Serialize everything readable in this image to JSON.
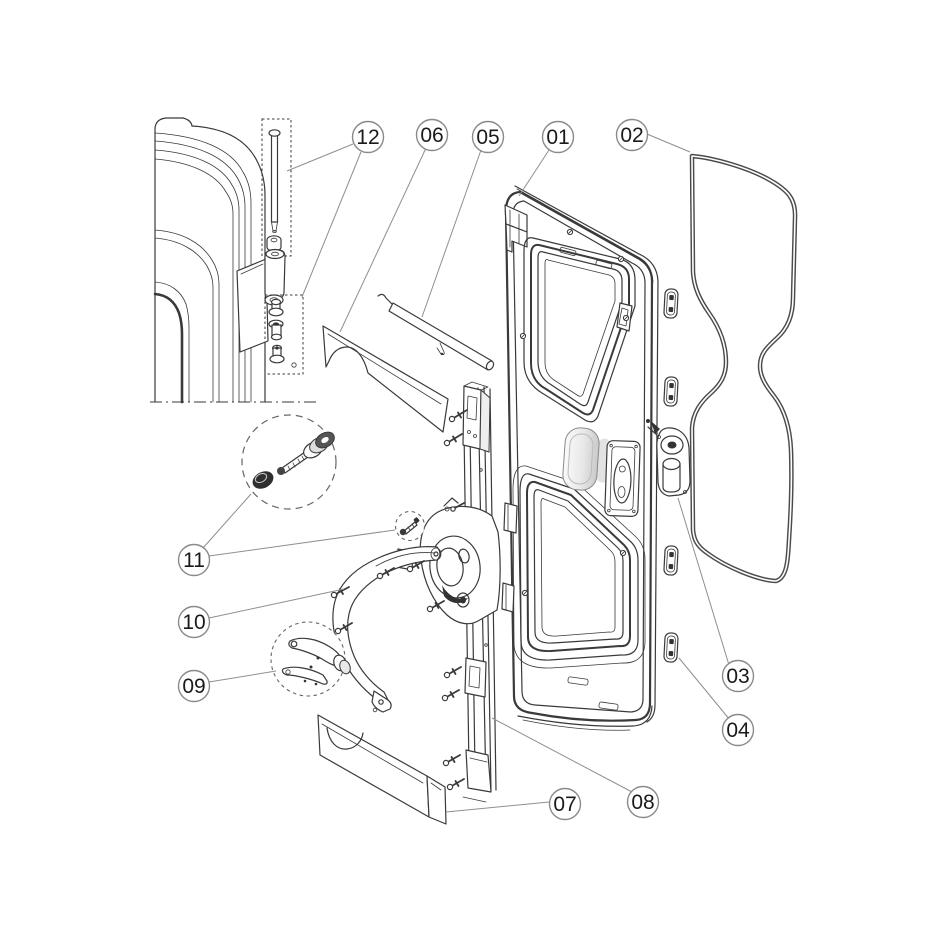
{
  "diagram": {
    "callouts": {
      "c01": {
        "label": "01"
      },
      "c02": {
        "label": "02"
      },
      "c03": {
        "label": "03"
      },
      "c04": {
        "label": "04"
      },
      "c05": {
        "label": "05"
      },
      "c06": {
        "label": "06"
      },
      "c07": {
        "label": "07"
      },
      "c08": {
        "label": "08"
      },
      "c09": {
        "label": "09"
      },
      "c10": {
        "label": "10"
      },
      "c11": {
        "label": "11"
      },
      "c12": {
        "label": "12"
      }
    },
    "colors": {
      "background": "#ffffff",
      "line": "#3a3a3a",
      "dark": "#333333",
      "shade": "#e3e3e3",
      "leader": "#8f8f8f",
      "balloon_fill": "#ffffff",
      "balloon_stroke": "#8a8a8a",
      "text": "#1a1a1a"
    }
  }
}
